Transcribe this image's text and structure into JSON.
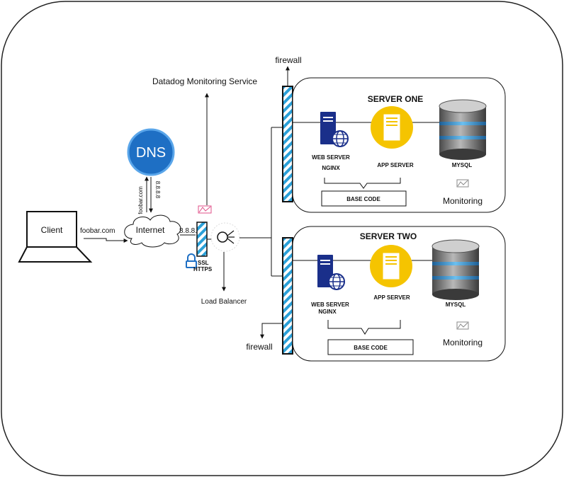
{
  "client": {
    "label": "Client",
    "domain_label": "foobar.com"
  },
  "internet": {
    "label": "Internet",
    "ip_label": "8.8.8.8"
  },
  "dns": {
    "label": "DNS",
    "query_label": "foobar.com",
    "answer_label": "8.8.8.8"
  },
  "monitoring_service": {
    "label": "Datadog  Monitoring Service"
  },
  "load_balancer": {
    "label": "Load Balancer",
    "ssl_label": "SSL",
    "https_label": "HTTPS"
  },
  "firewall": {
    "top_label": "firewall",
    "bottom_label": "firewall"
  },
  "servers": [
    {
      "title": "SERVER ONE",
      "web_server_label": "WEB SERVER",
      "web_server_sub": "NGINX",
      "app_server_label": "APP SERVER",
      "db_label": "MYSQL",
      "code_label": "BASE CODE",
      "monitoring_label": "Monitoring"
    },
    {
      "title": "SERVER TWO",
      "web_server_label": "WEB SERVER",
      "web_server_sub": "NGINX",
      "app_server_label": "APP SERVER",
      "db_label": "MYSQL",
      "code_label": "BASE CODE",
      "monitoring_label": "Monitoring"
    }
  ],
  "colors": {
    "dns_blue": "#1e6fc4",
    "server_navy": "#1a2f8a",
    "app_yellow": "#f5c400",
    "firewall_stripe": "#2aa0d8",
    "db_blue": "#3a8fd0",
    "monitor_pink": "#e0528a"
  }
}
